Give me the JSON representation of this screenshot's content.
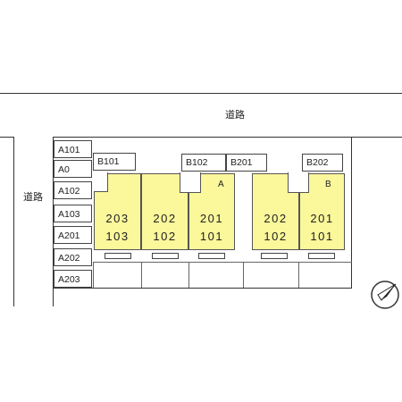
{
  "roads": {
    "top_label": "道路",
    "left_label": "道路"
  },
  "parking_left": [
    {
      "label": "A101"
    },
    {
      "label": "A0"
    },
    {
      "label": "A102"
    },
    {
      "label": "A103"
    },
    {
      "label": "A201"
    },
    {
      "label": "A202"
    },
    {
      "label": "A203"
    }
  ],
  "parking_top": [
    {
      "label": "B101"
    },
    {
      "label": "B102"
    },
    {
      "label": "B201"
    },
    {
      "label": "B202"
    }
  ],
  "buildings": [
    {
      "name": "A",
      "units": [
        {
          "upper": "203",
          "lower": "103"
        },
        {
          "upper": "202",
          "lower": "102"
        },
        {
          "upper": "201",
          "lower": "101"
        }
      ]
    },
    {
      "name": "B",
      "units": [
        {
          "upper": "202",
          "lower": "102"
        },
        {
          "upper": "201",
          "lower": "101"
        }
      ]
    }
  ],
  "compass": {
    "icon": "north-arrow-icon"
  }
}
